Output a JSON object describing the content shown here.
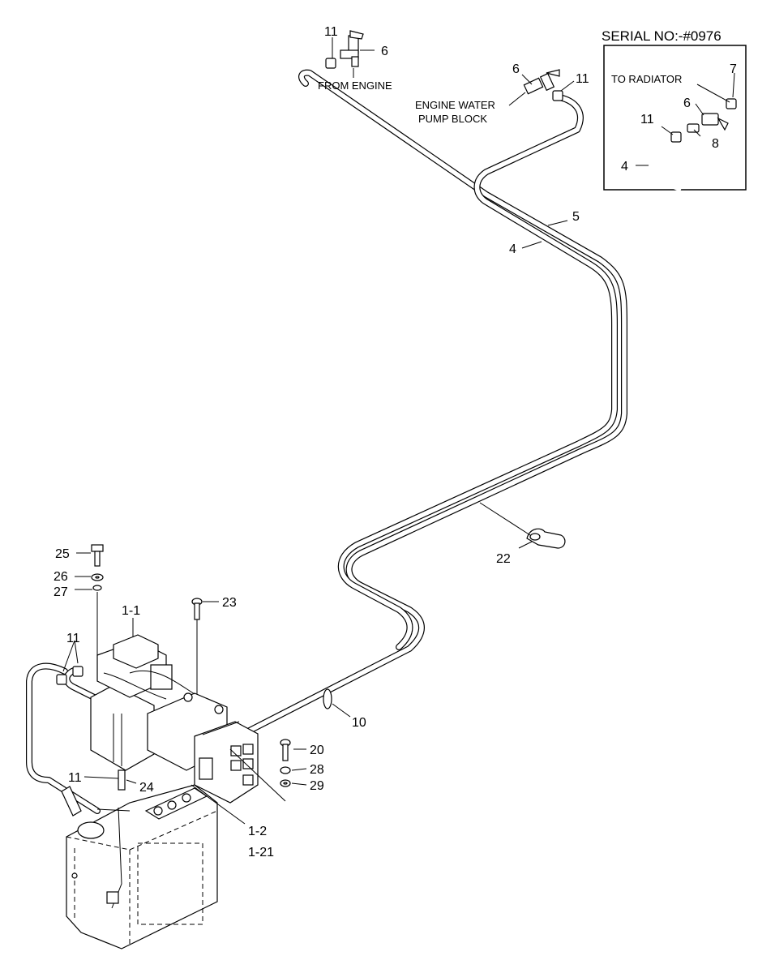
{
  "serial": "SERIAL NO:-#0976",
  "notes": {
    "from_engine": "FROM ENGINE",
    "engine_water_1": "ENGINE WATER",
    "engine_water_2": "PUMP BLOCK",
    "to_radiator": "TO RADIATOR"
  },
  "callouts": {
    "c11_top": "11",
    "c6_top": "6",
    "c6_mid": "6",
    "c11_mid": "11",
    "c7_inset": "7",
    "c6_inset": "6",
    "c11_inset": "11",
    "c8_inset": "8",
    "c4_inset": "4",
    "c5": "5",
    "c4": "4",
    "c22": "22",
    "c25": "25",
    "c26": "26",
    "c27": "27",
    "c23": "23",
    "c1_1": "1-1",
    "c11_left": "11",
    "c10": "10",
    "c20": "20",
    "c28": "28",
    "c29": "29",
    "c11_bottom": "11",
    "c24": "24",
    "c1_2": "1-2",
    "c1_21": "1-21"
  }
}
